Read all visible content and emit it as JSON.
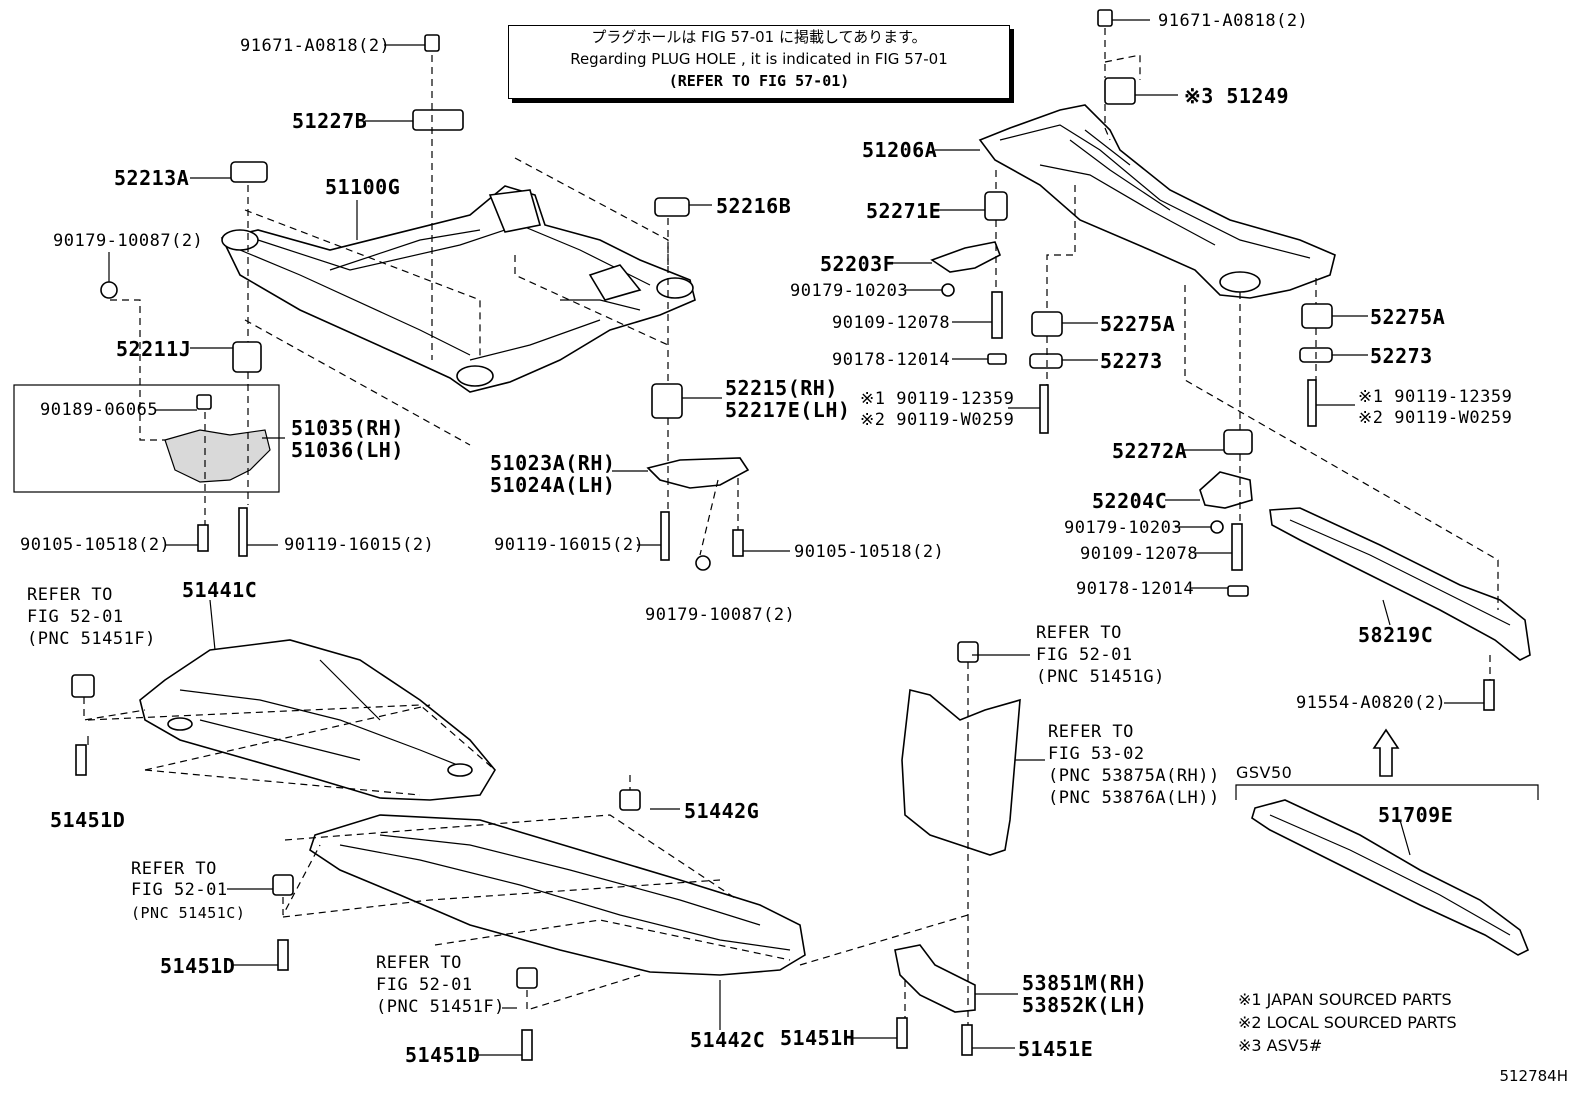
{
  "note": {
    "line_jp": "プラグホールは FIG 57-01 に掲載してあります。",
    "line_en": "Regarding PLUG HOLE , it is indicated in FIG 57-01",
    "line_ref": "(REFER TO FIG 57-01)"
  },
  "labels": {
    "p91671_left": "91671-A0818(2)",
    "p51227B": "51227B",
    "p52213A": "52213A",
    "p51100G": "51100G",
    "p52216B": "52216B",
    "p90179_10087_left": "90179-10087(2)",
    "p52211J": "52211J",
    "p90189": "90189-06065",
    "p51035": "51035(RH)",
    "p51036": "51036(LH)",
    "p90105_left": "90105-10518(2)",
    "p90119_16015_left": "90119-16015(2)",
    "p52215": "52215(RH)",
    "p52217E": "52217E(LH)",
    "p51023A": "51023A(RH)",
    "p51024A": "51024A(LH)",
    "p90119_16015_mid": "90119-16015(2)",
    "p90105_mid": "90105-10518(2)",
    "p90179_10087_mid": "90179-10087(2)",
    "p91671_right": "91671-A0818(2)",
    "p51249": "※3 51249",
    "p51206A": "51206A",
    "p52271E": "52271E",
    "p52203F": "52203F",
    "p90179_10203_a": "90179-10203",
    "p90109_12078_a": "90109-12078",
    "p90178_12014_a": "90178-12014",
    "p90119_12359_a": "※1 90119-12359",
    "p90119_W0259_a": "※2 90119-W0259",
    "p52275A_a": "52275A",
    "p52273_a": "52273",
    "p52275A_b": "52275A",
    "p52273_b": "52273",
    "p90119_12359_b": "※1 90119-12359",
    "p90119_W0259_b": "※2 90119-W0259",
    "p52272A": "52272A",
    "p52204C": "52204C",
    "p90179_10203_b": "90179-10203",
    "p90109_12078_b": "90109-12078",
    "p90178_12014_b": "90178-12014",
    "p58219C": "58219C",
    "p91554": "91554-A0820(2)",
    "gsv50": "GSV50",
    "p51709E": "51709E",
    "p51441C": "51441C",
    "ref_a1": "REFER TO",
    "ref_a2": "FIG 52-01",
    "ref_a3": "(PNC 51451F)",
    "p51451D_a": "51451D",
    "p51442G": "51442G",
    "ref_b1": "REFER TO",
    "ref_b2": "FIG 52-01",
    "ref_b3": "(PNC 51451C)",
    "p51451D_b": "51451D",
    "ref_c1": "REFER TO",
    "ref_c2": "FIG 52-01",
    "ref_c3": "(PNC 51451F)",
    "p51451D_c": "51451D",
    "p51442C": "51442C",
    "p51451H": "51451H",
    "ref_d1": "REFER TO",
    "ref_d2": "FIG 52-01",
    "ref_d3": "(PNC 51451G)",
    "ref_e1": "REFER TO",
    "ref_e2": "FIG 53-02",
    "ref_e3": "(PNC 53875A(RH))",
    "ref_e4": "(PNC 53876A(LH))",
    "p53851M": "53851M(RH)",
    "p53852K": "53852K(LH)",
    "p51451E": "51451E"
  },
  "legend": {
    "l1": "※1 JAPAN SOURCED PARTS",
    "l2": "※2 LOCAL SOURCED PARTS",
    "l3": "※3 ASV5#"
  },
  "figure_number": "512784H"
}
